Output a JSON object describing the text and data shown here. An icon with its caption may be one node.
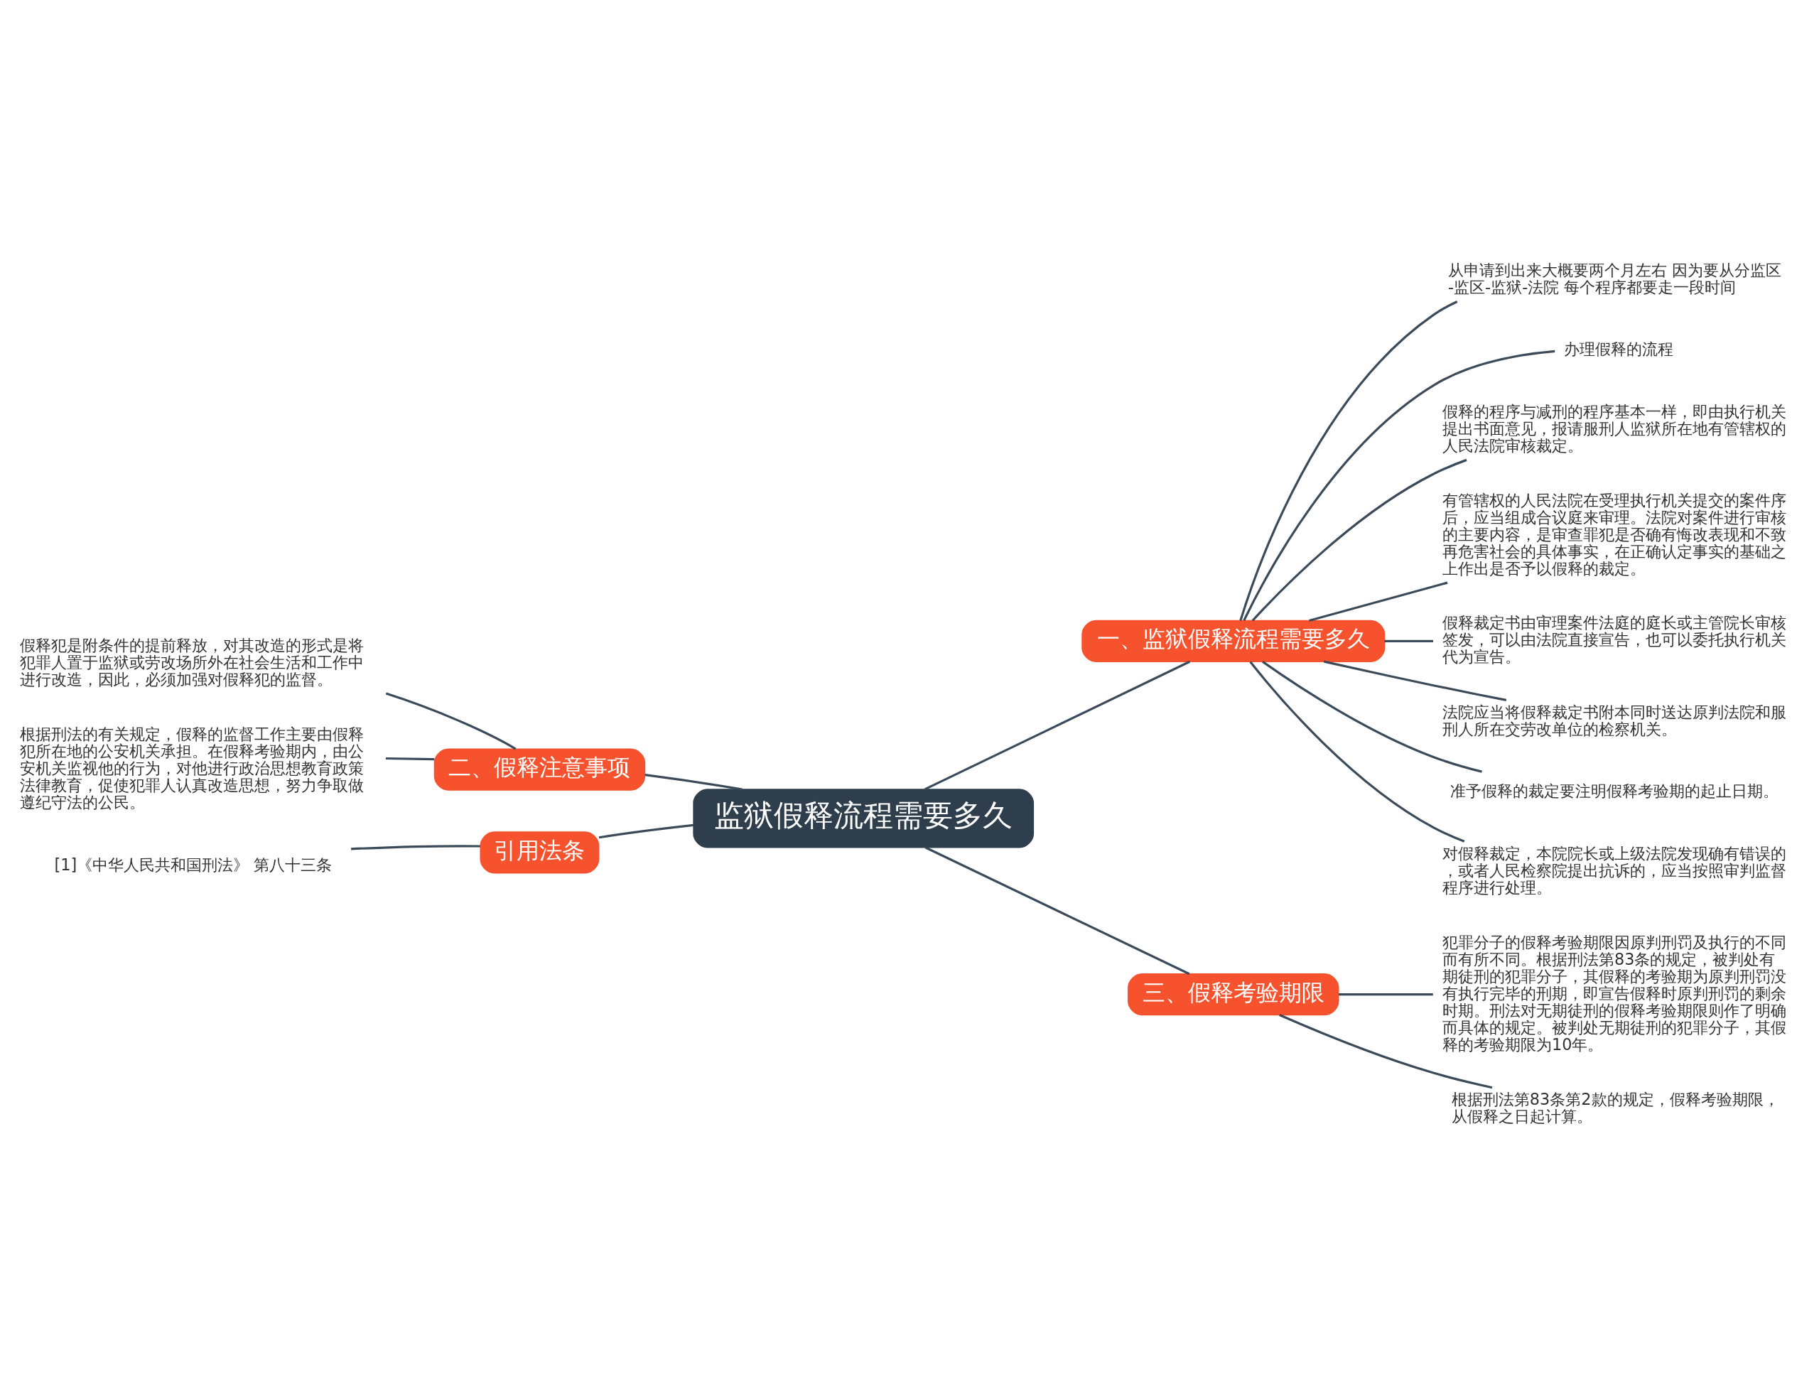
{
  "diagram": {
    "nodes": [
      {
        "text": [
          "监狱假释流程需要多久"
        ]
      },
      {
        "text": [
          "一、监狱假释流程需要多久"
        ]
      },
      {
        "text": [
          "二、假释注意事项"
        ]
      },
      {
        "text": [
          "引用法条"
        ]
      },
      {
        "text": [
          "三、假释考验期限"
        ]
      },
      {
        "text": [
          "从申请到出来大概要两个月左右 因为要从分监区-监区-监狱-法院 每个程序都要走一段时间"
        ]
      },
      {
        "text": [
          "办理假释的流程"
        ]
      },
      {
        "text": [
          "假释的程序与减刑的程序基本一样，即由执行机关提出书面意见，报请服刑人监狱所在地有管辖权的人民法院审核裁定。"
        ]
      },
      {
        "text": [
          "有管辖权的人民法院在受理执行机关提交的案件序后，应当组成合议庭来审理。法院对案件进行审核的主要内容，是审查罪犯是否确有悔改表现和不致再危害社会的具体事实，在正确认定事实的基础之上作出是否予以假释的裁定。"
        ]
      },
      {
        "text": [
          "假释裁定书由审理案件法庭的庭长或主管院长审核签发，可以由法院直接宣告，也可以委托执行机关代为宣告。"
        ]
      },
      {
        "text": [
          "法院应当将假释裁定书附本同时送达原判法院和服刑人所在交劳改单位的检察机关。"
        ]
      },
      {
        "text": [
          "准予假释的裁定要注明假释考验期的起止日期。"
        ]
      },
      {
        "text": [
          "对假释裁定，本院院长或上级法院发现确有错误的，或者人民检察院提出抗诉的，应当按照审判监督程序进行处理。"
        ]
      },
      {
        "text": [
          "假释犯是附条件的提前释放，对其改造的形式是将犯罪人置于监狱或劳改场所外在社会生活和工作中进行改造，因此，必须加强对假释犯的监督。"
        ]
      },
      {
        "text": [
          "根据刑法的有关规定，假释的监督工作主要由假释犯所在地的公安机关承担。在假释考验期内，由公安机关监视他的行为，对他进行政治思想教育政策法律教育，促使犯罪人认真改造思想，努力争取做遵纪守法的公民。"
        ]
      },
      {
        "text": [
          "[1]《中华人民共和国刑法》 第八十三条"
        ]
      },
      {
        "text": [
          "犯罪分子的假释考验期限因原判刑罚及执行的不同而有所不同。根据刑法第83条的规定，被判处有期徒刑的犯罪分子，其假释的考验期为原判刑罚没有执行完毕的刑期，即宣告假释时原判刑罚的剩余时期。刑法对无期徒刑的假释考验期限则作了明确而具体的规定。被判处无期徒刑的犯罪分子，其假释的考验期限为10年。"
        ]
      },
      {
        "text": [
          "根据刑法第83条第2款的规定，假释考验期限，从假释之日起计算。"
        ]
      }
    ],
    "edges": [
      {
        "from": 0,
        "to": 1,
        "arrow": "none"
      },
      {
        "from": 0,
        "to": 2,
        "arrow": "none"
      },
      {
        "from": 0,
        "to": 3,
        "arrow": "none"
      },
      {
        "from": 0,
        "to": 4,
        "arrow": "none"
      },
      {
        "from": 1,
        "to": 5,
        "arrow": "none"
      },
      {
        "from": 1,
        "to": 6,
        "arrow": "none"
      },
      {
        "from": 1,
        "to": 7,
        "arrow": "none"
      },
      {
        "from": 1,
        "to": 8,
        "arrow": "none"
      },
      {
        "from": 1,
        "to": 9,
        "arrow": "none"
      },
      {
        "from": 1,
        "to": 10,
        "arrow": "none"
      },
      {
        "from": 1,
        "to": 11,
        "arrow": "none"
      },
      {
        "from": 1,
        "to": 12,
        "arrow": "none"
      },
      {
        "from": 2,
        "to": 13,
        "arrow": "none"
      },
      {
        "from": 2,
        "to": 14,
        "arrow": "none"
      },
      {
        "from": 3,
        "to": 15,
        "arrow": "none"
      },
      {
        "from": 4,
        "to": 16,
        "arrow": "none"
      },
      {
        "from": 4,
        "to": 17,
        "arrow": "none"
      }
    ]
  }
}
